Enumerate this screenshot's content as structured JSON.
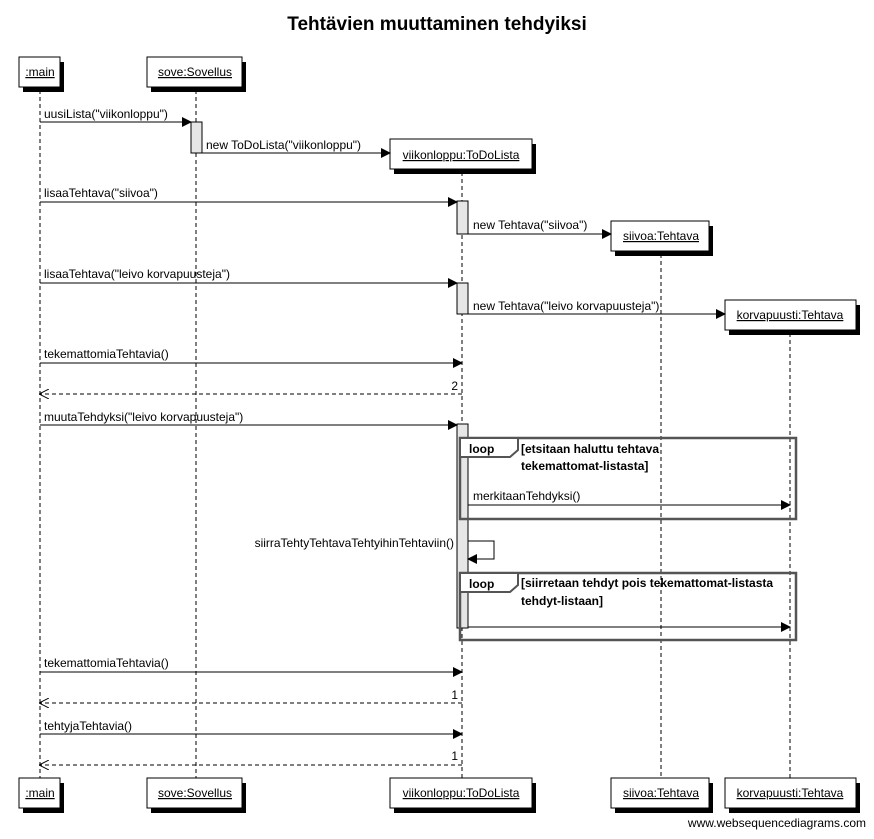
{
  "title": "Tehtävien muuttaminen tehdyiksi",
  "watermark": "www.websequencediagrams.com",
  "participants": [
    {
      "id": "main",
      "label": ":main"
    },
    {
      "id": "sove",
      "label": "sove:Sovellus"
    },
    {
      "id": "viikonloppu",
      "label": "viikonloppu:ToDoLista"
    },
    {
      "id": "siivoa",
      "label": "siivoa:Tehtava"
    },
    {
      "id": "korvapuusti",
      "label": "korvapuusti:Tehtava"
    }
  ],
  "messages": [
    {
      "from": "main",
      "to": "sove",
      "label": "uusiLista(\"viikonloppu\")",
      "style": "solid"
    },
    {
      "from": "sove",
      "to": "viikonloppu",
      "label": "new ToDoLista(\"viikonloppu\")",
      "style": "create"
    },
    {
      "from": "main",
      "to": "viikonloppu",
      "label": "lisaaTehtava(\"siivoa\")",
      "style": "solid"
    },
    {
      "from": "viikonloppu",
      "to": "siivoa",
      "label": "new Tehtava(\"siivoa\")",
      "style": "create"
    },
    {
      "from": "main",
      "to": "viikonloppu",
      "label": "lisaaTehtava(\"leivo korvapuusteja\")",
      "style": "solid"
    },
    {
      "from": "viikonloppu",
      "to": "korvapuusti",
      "label": "new Tehtava(\"leivo korvapuusteja\")",
      "style": "create"
    },
    {
      "from": "main",
      "to": "viikonloppu",
      "label": "tekemattomiaTehtavia()",
      "style": "solid"
    },
    {
      "from": "viikonloppu",
      "to": "main",
      "label": "2",
      "style": "return"
    },
    {
      "from": "main",
      "to": "viikonloppu",
      "label": "muutaTehdyksi(\"leivo korvapuusteja\")",
      "style": "solid"
    },
    {
      "from": "viikonloppu",
      "to": "korvapuusti",
      "label": "merkitaanTehdyksi()",
      "style": "solid"
    },
    {
      "from": "viikonloppu",
      "to": "viikonloppu",
      "label": "siirraTehtyTehtavaTehtyihinTehtaviin()",
      "style": "self"
    },
    {
      "from": "viikonloppu",
      "to": "korvapuusti",
      "label": "",
      "style": "solid"
    },
    {
      "from": "main",
      "to": "viikonloppu",
      "label": "tekemattomiaTehtavia()",
      "style": "solid"
    },
    {
      "from": "viikonloppu",
      "to": "main",
      "label": "1",
      "style": "return"
    },
    {
      "from": "main",
      "to": "viikonloppu",
      "label": "tehtyjaTehtavia()",
      "style": "solid"
    },
    {
      "from": "viikonloppu",
      "to": "main",
      "label": "1",
      "style": "return"
    }
  ],
  "loops": [
    {
      "keyword": "loop",
      "condition_line1": "[etsitaan haluttu tehtava",
      "condition_line2": "tekemattomat-listasta]"
    },
    {
      "keyword": "loop",
      "condition_line1": "[siirretaan tehdyt pois tekemattomat-listasta",
      "condition_line2": "tehdyt-listaan]"
    }
  ]
}
